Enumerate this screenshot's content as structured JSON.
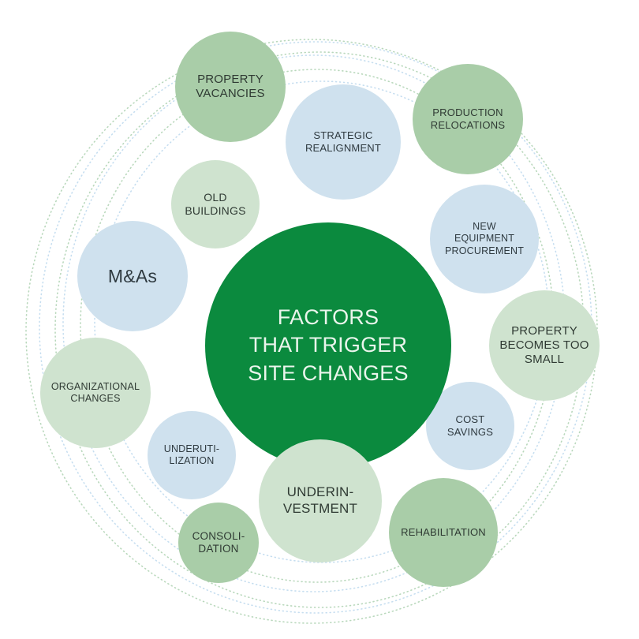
{
  "center": {
    "label": "FACTORS\nTHAT TRIGGER\nSITE CHANGES"
  },
  "factors": [
    {
      "id": "property-vacancies",
      "label": "PROPERTY\nVACANCIES",
      "color": "#a9cda8"
    },
    {
      "id": "production-relocations",
      "label": "PRODUCTION\nRELOCATIONS",
      "color": "#a9cda8"
    },
    {
      "id": "strategic-realignment",
      "label": "STRATEGIC\nREALIGNMENT",
      "color": "#cfe1ee"
    },
    {
      "id": "old-buildings",
      "label": "OLD\nBUILDINGS",
      "color": "#cfe3cf"
    },
    {
      "id": "new-equipment-procurement",
      "label": "NEW\nEQUIPMENT\nPROCUREMENT",
      "color": "#cfe1ee"
    },
    {
      "id": "m-and-as",
      "label": "M&As",
      "color": "#cfe1ee"
    },
    {
      "id": "property-becomes-too-small",
      "label": "PROPERTY\nBECOMES TOO\nSMALL",
      "color": "#cfe3cf"
    },
    {
      "id": "organizational-changes",
      "label": "ORGANIZATIONAL\nCHANGES",
      "color": "#cfe3cf"
    },
    {
      "id": "cost-savings",
      "label": "COST\nSAVINGS",
      "color": "#cfe1ee"
    },
    {
      "id": "underutilization",
      "label": "UNDERUTI-\nLIZATION",
      "color": "#cfe1ee"
    },
    {
      "id": "underinvestment",
      "label": "UNDERIN-\nVESTMENT",
      "color": "#cfe3cf"
    },
    {
      "id": "rehabilitation",
      "label": "REHABILITATION",
      "color": "#a9cda8"
    },
    {
      "id": "consolidation",
      "label": "CONSOLI-\nDATION",
      "color": "#a9cda8"
    }
  ]
}
